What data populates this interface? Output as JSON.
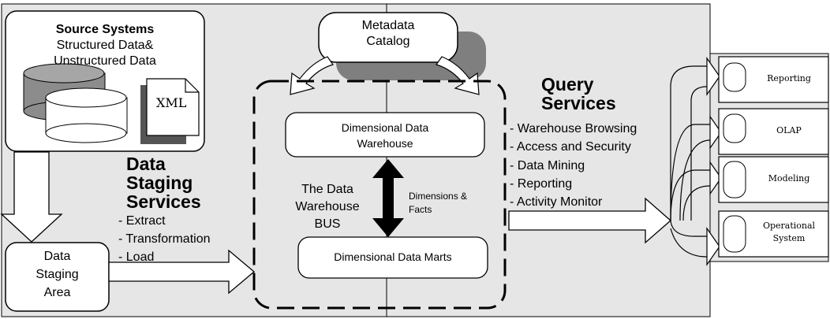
{
  "source": {
    "title": "Source Systems",
    "line1": "Structured Data&",
    "line2": "Unstructured Data",
    "xml": "XML"
  },
  "metadata": {
    "line1": "Metadata",
    "line2": "Catalog"
  },
  "staging_services": {
    "title1": "Data",
    "title2": "Staging",
    "title3": "Services",
    "items": [
      "- Extract",
      "- Transformation",
      "- Load"
    ]
  },
  "staging_area": {
    "line1": "Data",
    "line2": "Staging",
    "line3": "Area"
  },
  "bus": {
    "dw_line1": "Dimensional Data",
    "dw_line2": "Warehouse",
    "marts": "Dimensional Data Marts",
    "bus_line1": "The Data",
    "bus_line2": "Warehouse",
    "bus_line3": "BUS",
    "dims_line1": "Dimensions &",
    "dims_line2": "Facts"
  },
  "query": {
    "title1": "Query",
    "title2": "Services",
    "items": [
      "- Warehouse Browsing",
      "- Access and Security",
      "- Data Mining",
      "- Reporting",
      "- Activity Monitor"
    ]
  },
  "apps": {
    "reporting": "Reporting",
    "olap": "OLAP",
    "modeling": "Modeling",
    "operational_line1": "Operational",
    "operational_line2": "System"
  },
  "colors": {
    "panel": "#e6e6e6",
    "cylinder_dark": "#8c8c8c",
    "cylinder_light": "#ffffff",
    "shadow": "#7f7f7f",
    "doc_shadow": "#555555"
  }
}
